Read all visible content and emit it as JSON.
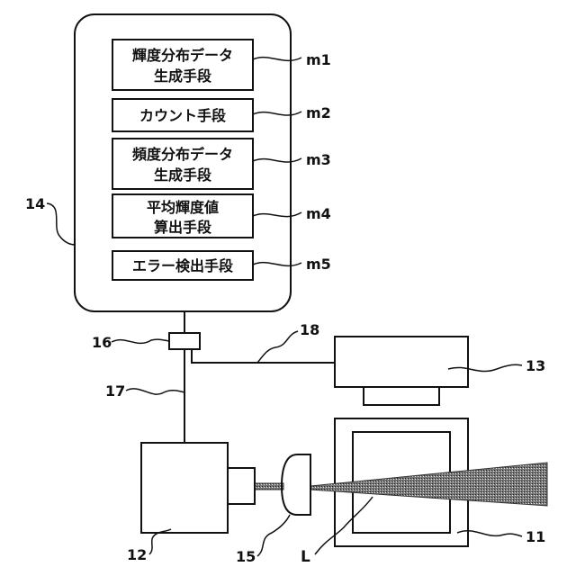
{
  "controller": {
    "ref": "14",
    "blocks": [
      {
        "lines": [
          "輝度分布データ",
          "生成手段"
        ],
        "ref": "m1"
      },
      {
        "lines": [
          "カウント手段"
        ],
        "ref": "m2"
      },
      {
        "lines": [
          "頻度分布データ",
          "生成手段"
        ],
        "ref": "m3"
      },
      {
        "lines": [
          "平均輝度値",
          "算出手段"
        ],
        "ref": "m4"
      },
      {
        "lines": [
          "エラー検出手段"
        ],
        "ref": "m5"
      }
    ]
  },
  "refs": {
    "sample_container": "11",
    "camera": "12",
    "light_source": "13",
    "controller": "14",
    "lens": "15",
    "junction": "16",
    "cable_camera": "17",
    "cable_light": "18",
    "laser_beam": "L"
  }
}
